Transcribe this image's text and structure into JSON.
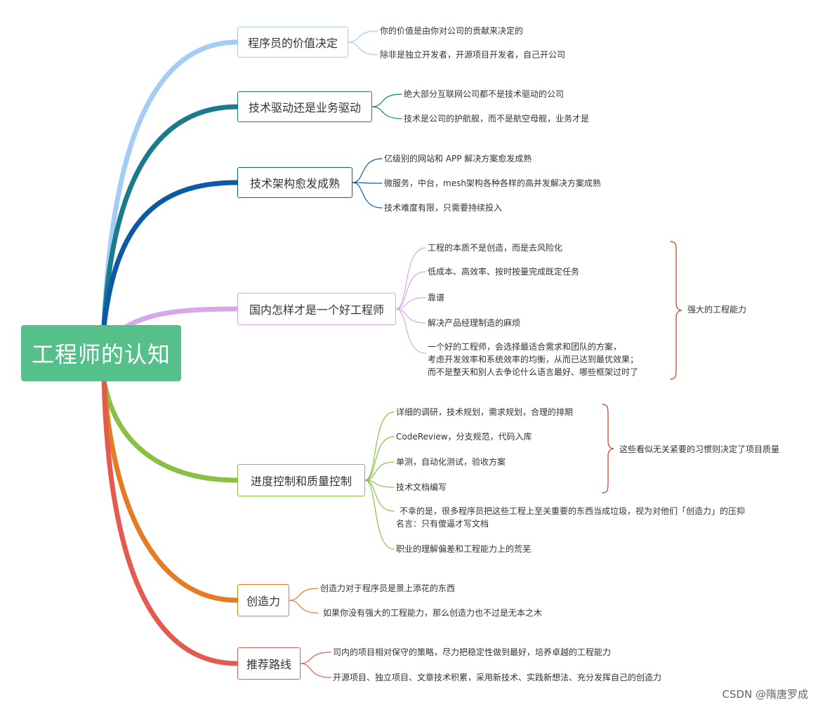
{
  "root": {
    "label": "工程师的认知"
  },
  "colors": {
    "root": "#55c08a",
    "b1": "#a3cdf4",
    "b2": "#1b7a8b",
    "b3": "#0c5aa6",
    "b4": "#d6a8ea",
    "b5": "#8ac045",
    "b6": "#e57c24",
    "b7": "#e25b4e",
    "summary_bracket": "#c0392b"
  },
  "branches": [
    {
      "label": "程序员的价值决定",
      "items": [
        "你的价值是由你对公司的贡献来决定的",
        "除非是独立开发者，开源项目开发者，自己开公司"
      ]
    },
    {
      "label": "技术驱动还是业务驱动",
      "items": [
        "绝大部分互联网公司都不是技术驱动的公司",
        "技术是公司的护航舰，而不是航空母舰，业务才是"
      ]
    },
    {
      "label": "技术架构愈发成熟",
      "items": [
        "亿级别的网站和 APP 解决方案愈发成熟",
        "微服务，中台，mesh架构各种各样的高并发解决方案成熟",
        "技术难度有限，只需要持续投入"
      ]
    },
    {
      "label": "国内怎样才是一个好工程师",
      "items": [
        "工程的本质不是创造，而是去风险化",
        "低成本、高效率、按时按量完成既定任务",
        "靠谱",
        "解决产品经理制造的麻烦"
      ],
      "multiline": [
        "一个好的工程师，会选择最适合需求和团队的方案，",
        "考虑开发效率和系统效率的均衡，从而已达到最优效果；",
        "而不是整天和别人去争论什么语言最好、哪些框架过时了"
      ],
      "summary": "强大的工程能力"
    },
    {
      "label": "进度控制和质量控制",
      "items": [
        "详细的调研，技术规划，需求规划，合理的排期",
        "CodeReview，分支规范，代码入库",
        "单测，自动化测试，验收方案",
        "技术文档编写"
      ],
      "summary": "这些看似无关紧要的习惯则决定了项目质量",
      "note_lines": [
        "不幸的是，很多程序员把这些工程上至关重要的东西当成垃圾，视为对他们「创造力」的压抑",
        "名言：只有傻逼才写文档"
      ],
      "extra": "职业的理解偏差和工程能力上的荒芜"
    },
    {
      "label": "创造力",
      "items": [
        "创造力对于程序员是景上添花的东西",
        "如果你没有强大的工程能力，那么创造力也不过是无本之木"
      ]
    },
    {
      "label": "推荐路线",
      "items": [
        "司内的项目相对保守的策略，尽力把稳定性做到最好，培养卓越的工程能力",
        "开源项目、独立项目、文章技术积累，采用新技术、实践新想法、充分发挥自己的创造力"
      ]
    }
  ],
  "watermark": "CSDN @隋唐罗成"
}
